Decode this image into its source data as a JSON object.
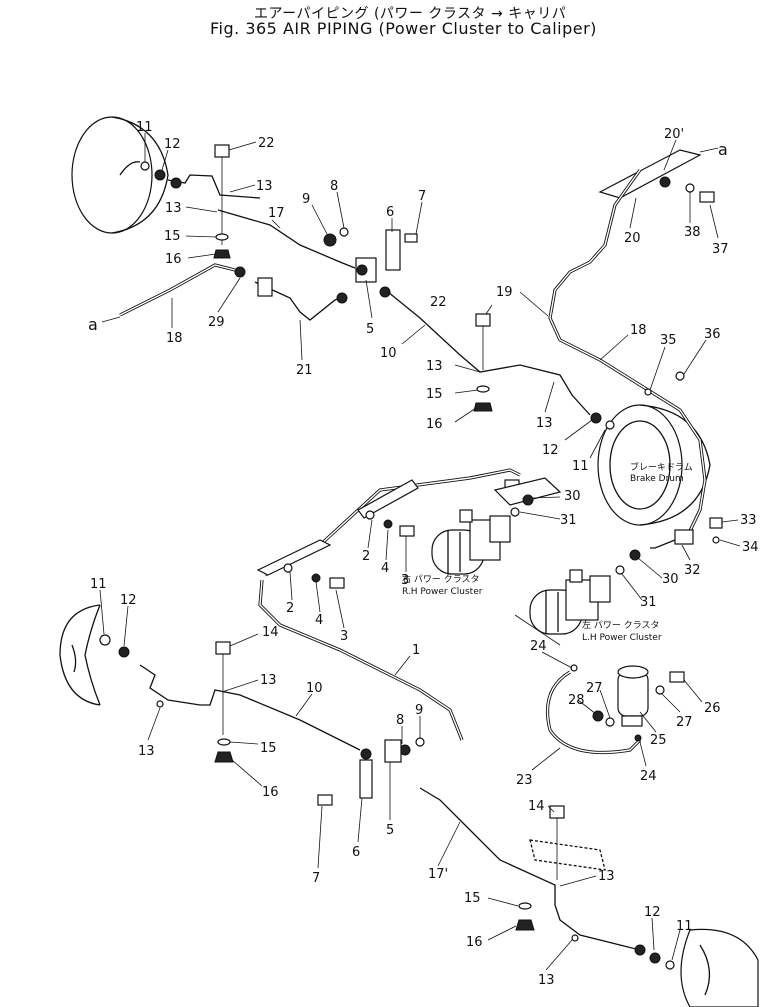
{
  "title": {
    "line1": "エアーパイピング (パワー クラスタ → キャリパ",
    "line2": "Fig. 365 AIR PIPING (Power Cluster to Caliper)"
  },
  "annotations": {
    "brake_drum_jp": "ブレーキドラム",
    "brake_drum_en": "Brake Drum",
    "rh_cluster_jp": "右 パワー クラスタ",
    "rh_cluster_en": "R.H Power Cluster",
    "lh_cluster_jp": "左 パワー クラスタ",
    "lh_cluster_en": "L.H Power Cluster",
    "ref_a": "a"
  },
  "callouts": [
    "1",
    "2",
    "3",
    "4",
    "5",
    "6",
    "7",
    "8",
    "9",
    "10",
    "11",
    "12",
    "13",
    "14",
    "15",
    "16",
    "17",
    "18",
    "19",
    "20",
    "21",
    "22",
    "23",
    "24",
    "25",
    "26",
    "27",
    "28",
    "29",
    "30",
    "31",
    "32",
    "33",
    "34",
    "35",
    "36",
    "37",
    "38",
    "a",
    "17'",
    "20'"
  ]
}
